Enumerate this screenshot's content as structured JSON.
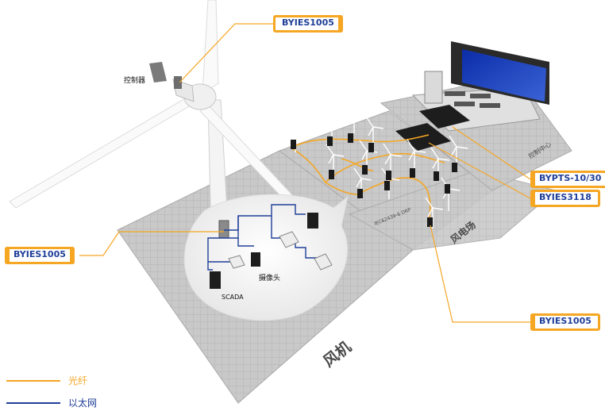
{
  "callouts": {
    "turbine_top": "BYIES1005",
    "turbine_base": "BYIES1005",
    "field": "BYIES1005",
    "control_center": "BYPTS-10/30",
    "switch": "BYIES3118"
  },
  "labels": {
    "controller": "控制器",
    "camera": "摄像头",
    "scada": "SCADA",
    "wind_turbine": "风机",
    "wind_farm": "风电场",
    "control_center": "控制中心",
    "protocol": "IEC62439-6 DRP"
  },
  "legend": [
    {
      "label": "光纤",
      "color": "#f5a623"
    },
    {
      "label": "以太网",
      "color": "#1f3f99"
    }
  ],
  "colors": {
    "fiber": "#f5a623",
    "ethernet": "#1f3f99",
    "callout_text": "#1f3f99"
  }
}
